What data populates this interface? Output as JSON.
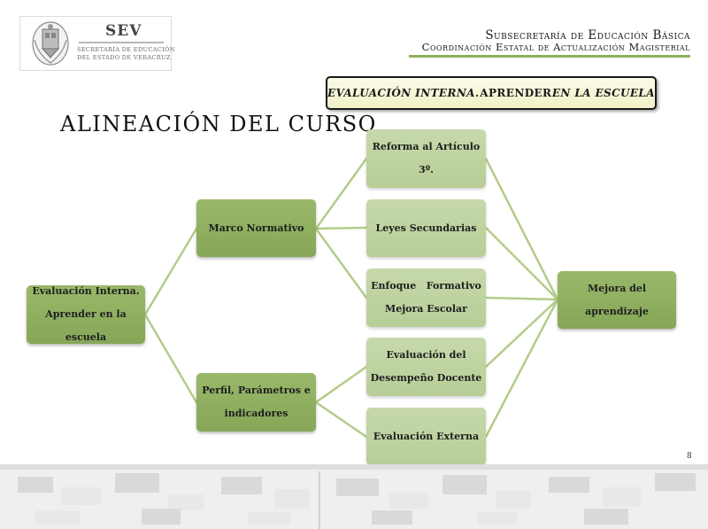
{
  "header": {
    "logo_abbr": "SEV",
    "logo_line1": "SECRETARÍA DE EDUCACIÓN",
    "logo_line2": "DEL ESTADO DE VERACRUZ",
    "subsecretaria": "Subsecretaría de Educación Básica",
    "coordinacion": "Coordinación Estatal de Actualización Magisterial"
  },
  "banner": {
    "part1": "EVALUACIÓN INTERNA.",
    "part2": "APRENDER",
    "part3": "EN LA ESCUELA"
  },
  "page_title": "ALINEACIÓN DEL CURSO",
  "diagram": {
    "root": {
      "line1": "Evaluación Interna.",
      "line2": "Aprender en la escuela"
    },
    "marco": "Marco Normativo",
    "perfil": {
      "line1": "Perfil, Parámetros e",
      "line2": "indicadores"
    },
    "reforma": "Reforma al Artículo 3º.",
    "leyes": "Leyes Secundarias",
    "enfoque": {
      "line1": "Enfoque   Formativo",
      "line2": "Mejora Escolar"
    },
    "desempeno": {
      "line1": "Evaluación del",
      "line2": "Desempeño Docente"
    },
    "externa": "Evaluación Externa",
    "mejora": "Mejora del aprendizaje"
  },
  "page_number": "8",
  "colors": {
    "dark_node": "#8fb05f",
    "light_node": "#bfd3a0",
    "connector": "#b3cc8a",
    "accent_rule": "#8cb15a"
  }
}
